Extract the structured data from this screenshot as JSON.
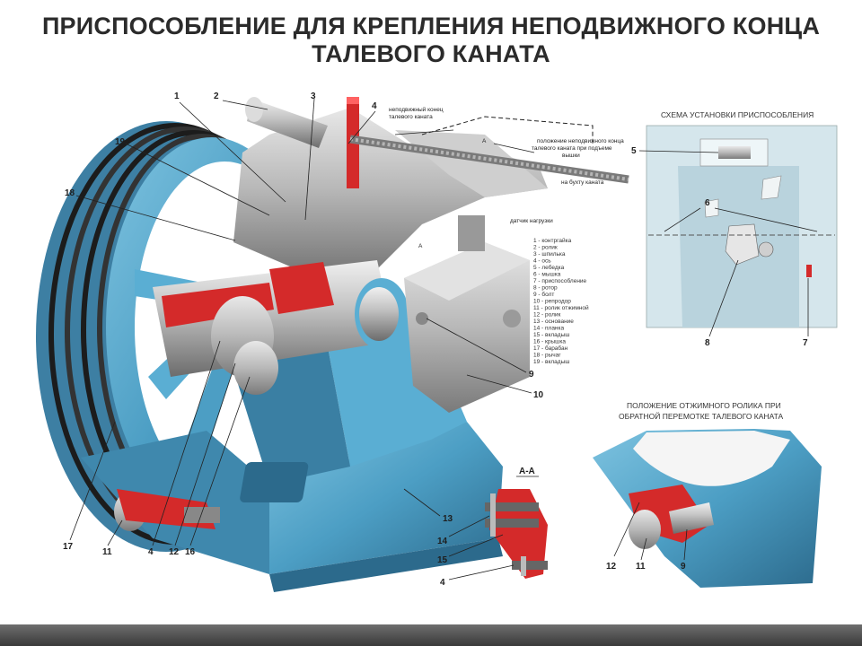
{
  "title": {
    "line1": "ПРИСПОСОБЛЕНИЕ ДЛЯ КРЕПЛЕНИЯ НЕПОДВИЖНОГО КОНЦА",
    "line2": "ТАЛЕВОГО КАНАТА"
  },
  "main_callouts": {
    "c1": "1",
    "c2": "2",
    "c3": "3",
    "c4": "4",
    "c19": "19",
    "c18": "18",
    "c17": "17",
    "c11": "11",
    "c4b": "4",
    "c12": "12",
    "c16": "16",
    "c13": "13",
    "c9": "9",
    "c10": "10"
  },
  "annotations": {
    "fixed_end_1": "неподвижный конец",
    "fixed_end_2": "талевого каната",
    "pos_1": "положение неподвижного конца",
    "pos_2": "талевого каната при подъеме",
    "pos_3": "вышки",
    "to_reel": "на бухту каната",
    "load_sensor": "датчик нагрузки",
    "section_a1": "А",
    "section_a2": "А"
  },
  "legend": [
    "1 - контргайка",
    "2 - ролик",
    "3 - шпилька",
    "4 - ось",
    "5 - лебедка",
    "6 - мышка",
    "7 - приспособление",
    "8 - ротор",
    "9 - болт",
    "10 - репродор",
    "11 - ролик отжимной",
    "12 - ролик",
    "13 - основание",
    "14 - планка",
    "15 - вкладыш",
    "16 - крышка",
    "17 - барабан",
    "18 - рычаг",
    "19 - вкладыш"
  ],
  "scheme": {
    "caption": "СХЕМА УСТАНОВКИ ПРИСПОСОБЛЕНИЯ",
    "c5": "5",
    "c6": "6",
    "c8": "8",
    "c7": "7"
  },
  "section_aa": {
    "title": "А-А",
    "c14": "14",
    "c15": "15",
    "c4": "4"
  },
  "reverse": {
    "caption1": "ПОЛОЖЕНИЕ ОТЖИМНОГО РОЛИКА ПРИ",
    "caption2": "ОБРАТНОЙ ПЕРЕМОТКЕ ТАЛЕВОГО КАНАТА",
    "c12": "12",
    "c11": "11",
    "c9": "9"
  },
  "colors": {
    "blue": "#4c9ec4",
    "blue_dark": "#2c6a8c",
    "red": "#d42a2a",
    "gray": "#b8b8b8",
    "scheme_bg": "#d5e6ec"
  }
}
